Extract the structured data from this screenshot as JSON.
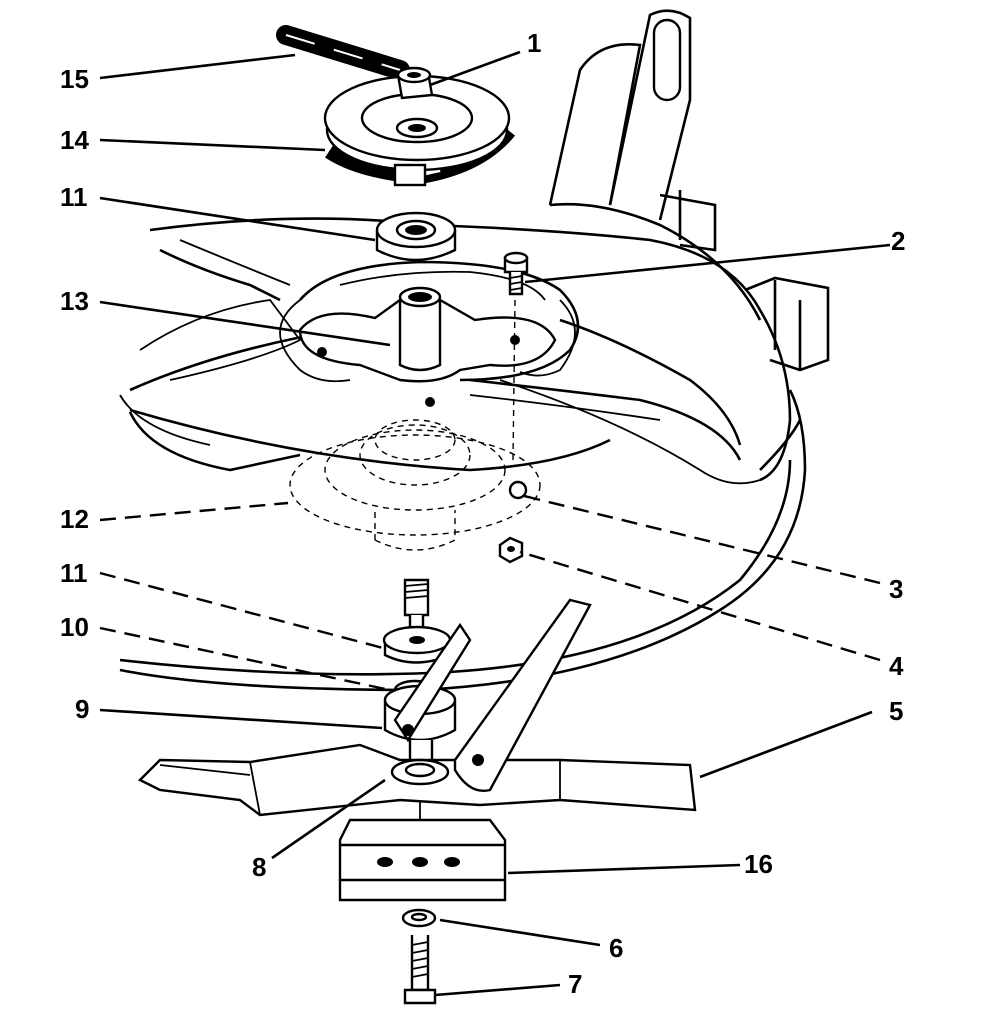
{
  "callouts": [
    {
      "id": "1",
      "label": "1"
    },
    {
      "id": "2",
      "label": "2"
    },
    {
      "id": "3",
      "label": "3"
    },
    {
      "id": "4",
      "label": "4"
    },
    {
      "id": "5",
      "label": "5"
    },
    {
      "id": "6",
      "label": "6"
    },
    {
      "id": "7",
      "label": "7"
    },
    {
      "id": "8",
      "label": "8"
    },
    {
      "id": "9",
      "label": "9"
    },
    {
      "id": "10",
      "label": "10"
    },
    {
      "id": "11a",
      "label": "11"
    },
    {
      "id": "11b",
      "label": "11"
    },
    {
      "id": "12",
      "label": "12"
    },
    {
      "id": "13",
      "label": "13"
    },
    {
      "id": "14",
      "label": "14"
    },
    {
      "id": "15",
      "label": "15"
    },
    {
      "id": "16",
      "label": "16"
    }
  ]
}
